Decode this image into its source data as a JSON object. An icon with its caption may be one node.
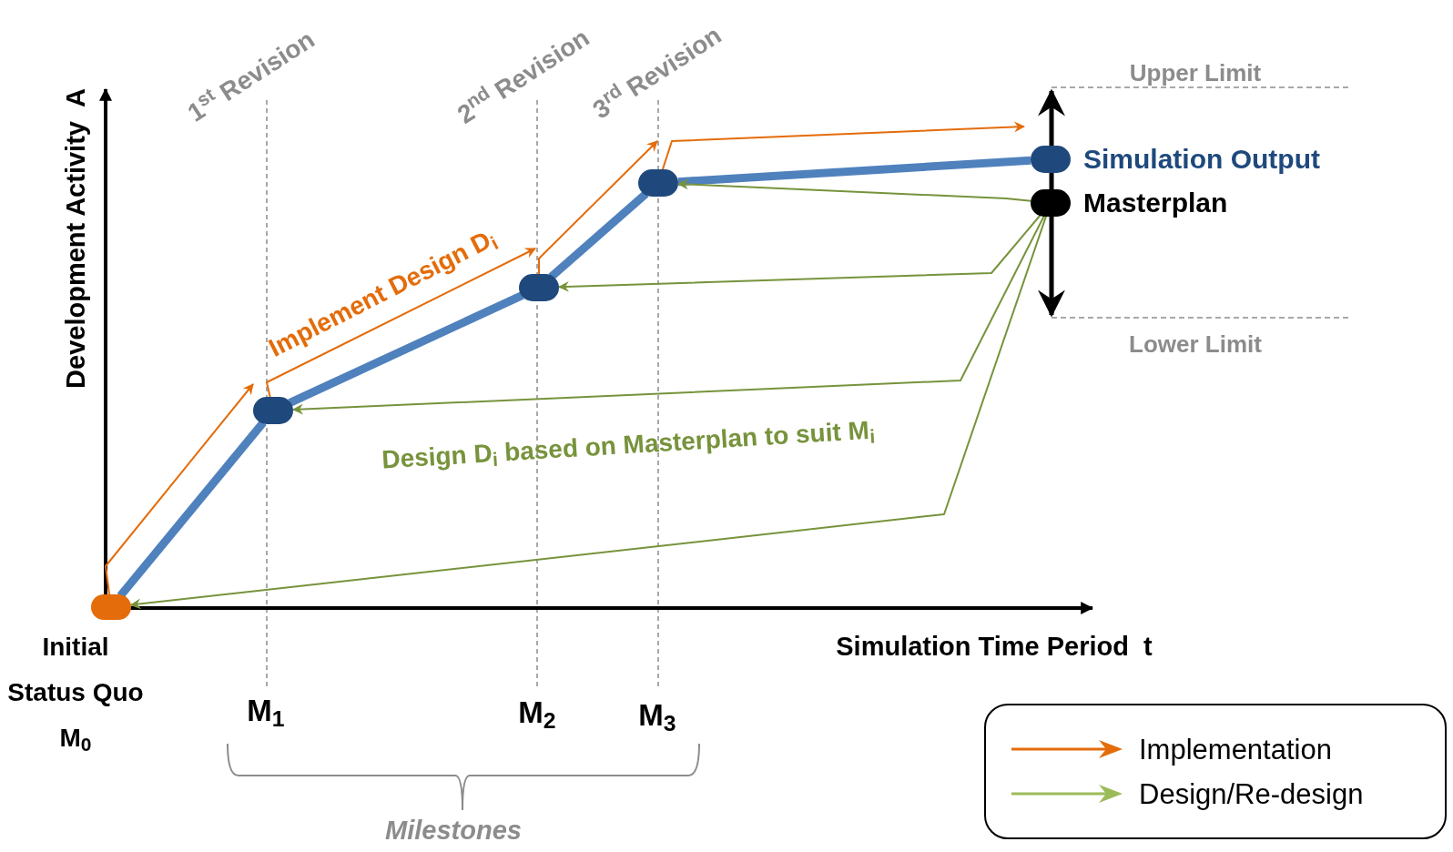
{
  "diagram": {
    "nodes": [
      {
        "text": [
          "Initial Status Quo M$_{0}$"
        ]
      },
      {
        "text": [],
        "shape": "circle"
      },
      {
        "text": [],
        "shape": "circle"
      },
      {
        "text": [],
        "shape": "circle"
      },
      {
        "text": [
          "Simulation Output"
        ]
      },
      {
        "text": [
          "Masterplan"
        ]
      }
    ],
    "edges": [
      {
        "from": 0,
        "to": 1,
        "arrow": "none",
        "style": "thick",
        "color": "#4f81bd"
      },
      {
        "from": 1,
        "to": 2,
        "arrow": "none",
        "style": "thick",
        "color": "#4f81bd"
      },
      {
        "from": 2,
        "to": 3,
        "arrow": "none",
        "style": "thick",
        "color": "#4f81bd"
      },
      {
        "from": 3,
        "to": 4,
        "arrow": "none",
        "style": "thick",
        "color": "#4f81bd"
      },
      {
        "from": 0,
        "to": 1,
        "arrow": "to",
        "color": "#e46c0a"
      },
      {
        "from": 1,
        "to": 2,
        "arrow": "to",
        "color": "#e46c0a"
      },
      {
        "from": 2,
        "to": 3,
        "arrow": "to",
        "color": "#e46c0a"
      },
      {
        "from": 3,
        "to": 4,
        "arrow": "to",
        "color": "#e46c0a"
      },
      {
        "from": 5,
        "to": 3,
        "arrow": "to",
        "color": "#77933c"
      },
      {
        "from": 5,
        "to": 2,
        "arrow": "to",
        "color": "#77933c"
      },
      {
        "from": 5,
        "to": 1,
        "arrow": "to",
        "color": "#77933c"
      },
      {
        "from": 5,
        "to": 0,
        "arrow": "to",
        "color": "#77933c"
      }
    ],
    "labels": [
      "1$^{st}$ Revision",
      "2$^{nd}$ Revision",
      "3$^{rd}$ Revision",
      "Development Activity  A",
      "Upper Limit",
      "Implement Design D$_{i}$",
      "Lower Limit",
      "Design D$_{i}$ based on Masterplan to suit M$_{i}$",
      "Simulation Time Period  t",
      "M$_{1}$",
      "M$_{2}$",
      "M$_{3}$",
      "Milestones"
    ],
    "legend": [
      {
        "text": "Implementation"
      },
      {
        "text": "Design/Re-design"
      }
    ]
  }
}
